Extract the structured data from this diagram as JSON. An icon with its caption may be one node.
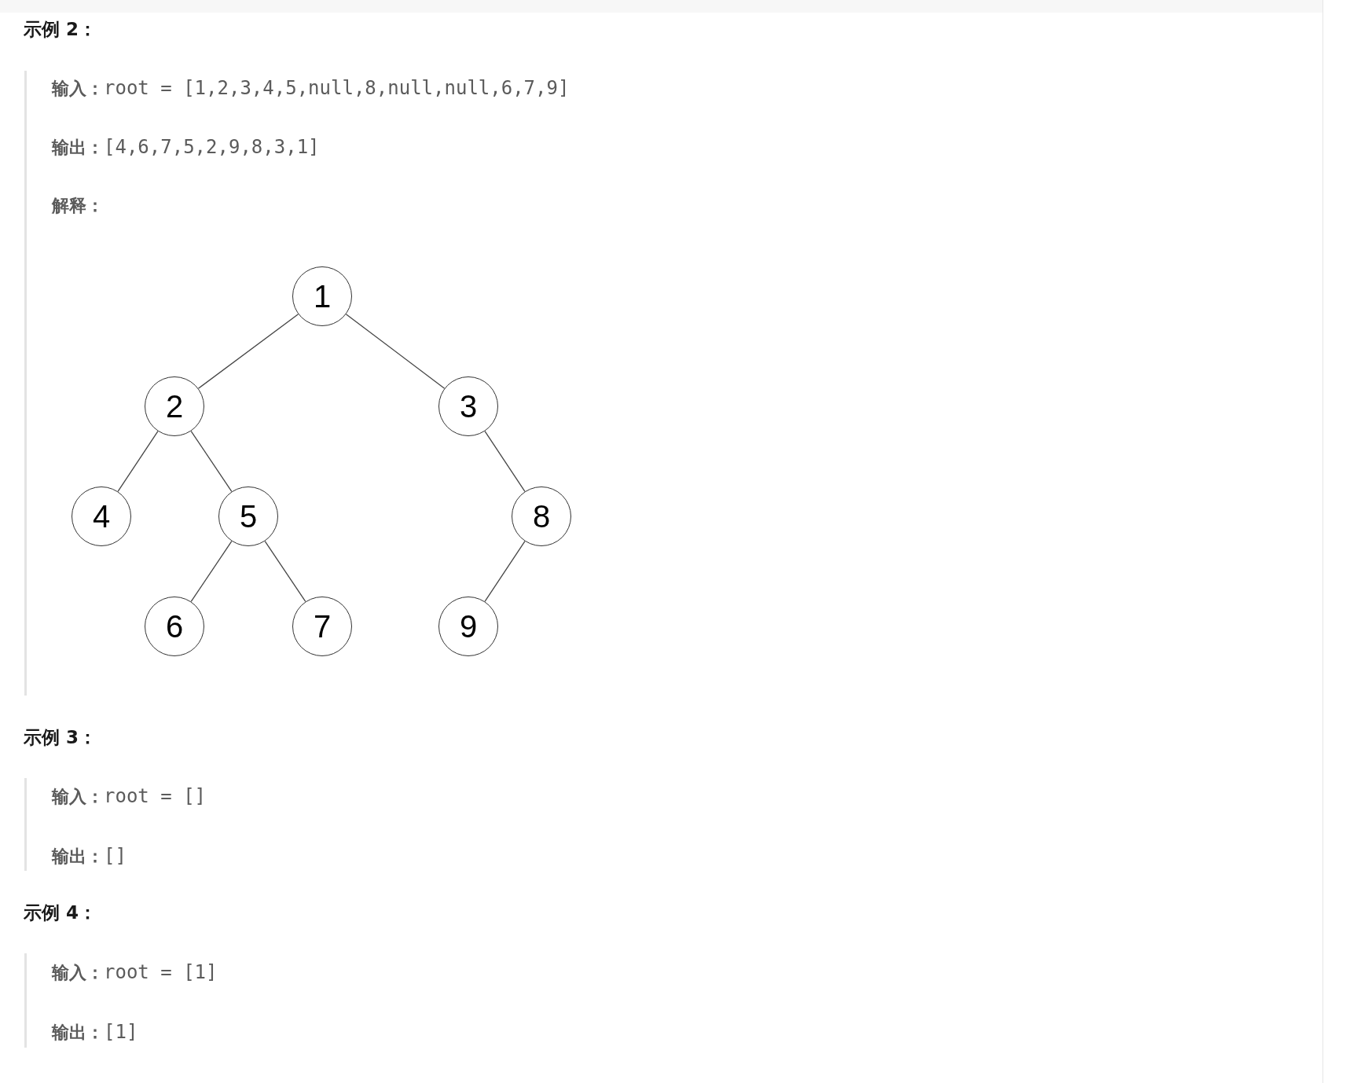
{
  "diagram": {
    "nodes": [
      {
        "text": [
          "1"
        ]
      },
      {
        "text": [
          "2"
        ]
      },
      {
        "text": [
          "3"
        ]
      },
      {
        "text": [
          "4"
        ]
      },
      {
        "text": [
          "5"
        ]
      },
      {
        "text": [
          "8"
        ]
      },
      {
        "text": [
          "6"
        ]
      },
      {
        "text": [
          "7"
        ]
      },
      {
        "text": [
          "9"
        ]
      }
    ],
    "edges": [
      {
        "from": 0,
        "to": 1,
        "arrow": "none"
      },
      {
        "from": 0,
        "to": 2,
        "arrow": "none"
      },
      {
        "from": 1,
        "to": 3,
        "arrow": "none"
      },
      {
        "from": 1,
        "to": 4,
        "arrow": "none"
      },
      {
        "from": 2,
        "to": 5,
        "arrow": "none"
      },
      {
        "from": 4,
        "to": 6,
        "arrow": "none"
      },
      {
        "from": 4,
        "to": 7,
        "arrow": "none"
      },
      {
        "from": 5,
        "to": 8,
        "arrow": "none"
      }
    ],
    "labels": [
      "示例 2：",
      "**输入：**root = [1,2,3,4,5,null,8,null,null,6,7,9]",
      "**输出：**[4,6,7,5,2,9,8,3,1]",
      "**解释：**",
      "示例 3：",
      "**输入：**root = []",
      "**输出：**[]",
      "示例 4：",
      "**输入：**root = [1]",
      "**输出：**[1]"
    ]
  }
}
